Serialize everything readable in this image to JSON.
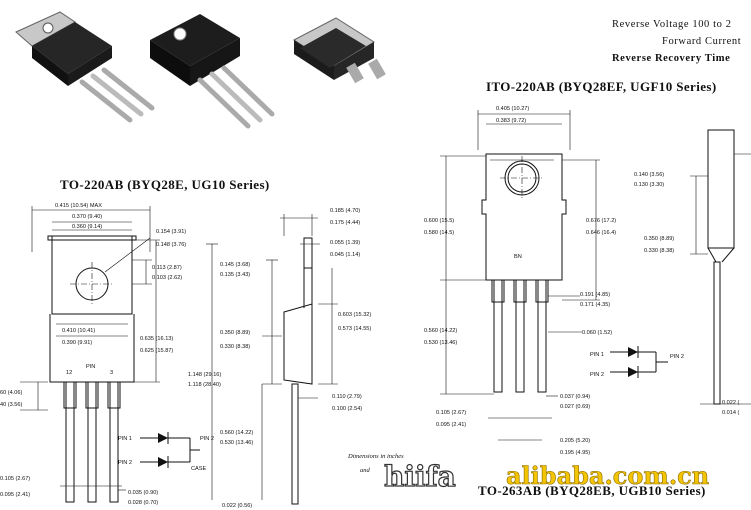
{
  "header": {
    "line1": "Reverse Voltage 100 to 2",
    "line2": "Forward Current",
    "line3": "Reverse Recovery Time"
  },
  "packages": {
    "to220_title": "TO-220AB (BYQ28E, UG10 Series)",
    "ito220_title": "ITO-220AB (BYQ28EF, UGF10 Series)",
    "to263_title": "TO-263AB (BYQ28EB, UGB10 Series)"
  },
  "notes": {
    "dims_line1": "Dimensions in inches",
    "dims_line2": "and"
  },
  "watermark": {
    "part1": "hiifa",
    "part2": "alibaba.com.cn"
  },
  "to220_dims": {
    "max_width": "0.415 (10.54) MAX",
    "d370": "0.370 (9.40)",
    "d360": "0.360 (9.14)",
    "d154": "0.154 (3.91)",
    "d148": "0.148 (3.76)",
    "d113": "0.113 (2.87)",
    "d103": "0.103 (2.62)",
    "d410": "0.410 (10.41)",
    "d390": "0.390 (9.91)",
    "d635": "0.635 (16.13)",
    "d625": "0.625 (15.87)",
    "pin": "PIN",
    "pin1": "12",
    "pin3": "3",
    "d145": "0.145 (3.68)",
    "d135": "0.135 (3.43)",
    "d350": "0.350 (8.89)",
    "d330": "0.330 (8.38)",
    "d1148": "1.148 (29.16)",
    "d1118": "1.118 (28.40)",
    "d560": "0.560 (14.22)",
    "d530": "0.530 (13.46)",
    "d185": "0.185 (4.70)",
    "d175": "0.175 (4.44)",
    "d055": "0.055 (1.39)",
    "d045": "0.045 (1.14)",
    "d603": "0.603 (15.32)",
    "d573": "0.573 (14.55)",
    "d110": "0.110 (2.79)",
    "d100": "0.100 (2.54)",
    "left_a": "60 (4.06)",
    "left_b": "40 (3.56)",
    "d105": "0.105 (2.67)",
    "d095": "0.095 (2.41)",
    "d035": "0.035 (0.90)",
    "d028": "0.028 (0.70)",
    "d022": "0.022 (0.56)",
    "pinA": "PIN 1",
    "pinB": "PIN 2",
    "case": "CASE"
  },
  "ito220_dims": {
    "d405": "0.405 (10.27)",
    "d383": "0.383 (9.72)",
    "d600": "0.600 (15.5)",
    "d580": "0.580 (14.5)",
    "d676": "0.676 (17.2)",
    "d646": "0.646 (16.4)",
    "d560": "0.560 (14.22)",
    "d530": "0.530 (13.46)",
    "d191": "0.191 (4.85)",
    "d171": "0.171 (4.35)",
    "d060": "0.060 (1.52)",
    "d037": "0.037 (0.94)",
    "d027": "0.027 (0.69)",
    "d105": "0.105 (2.67)",
    "d095": "0.095 (2.41)",
    "d205": "0.205 (5.20)",
    "d195": "0.195 (4.95)",
    "d140": "0.140 (3.56)",
    "d130": "0.130 (3.30)",
    "d350": "0.350 (8.89)",
    "d330": "0.330 (8.38)",
    "d022": "0.022 (",
    "d014": "0.014 (",
    "pinA": "PIN 1",
    "pinB": "PIN 2"
  }
}
